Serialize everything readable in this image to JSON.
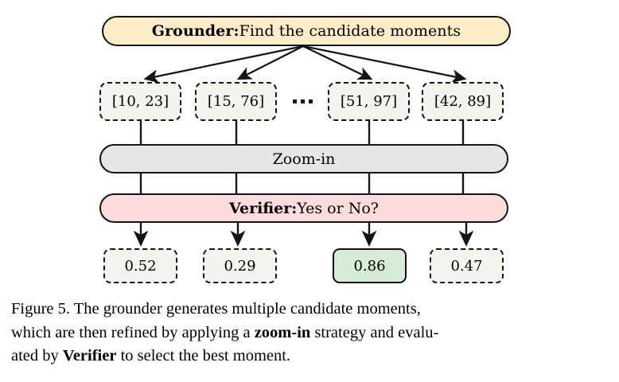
{
  "figure": {
    "grounder": {
      "role_label": "Grounder:",
      "text": " Find the candidate moments"
    },
    "candidates": [
      {
        "name": "candidate-moment-1",
        "value": "[10, 23]"
      },
      {
        "name": "candidate-moment-2",
        "value": "[15, 76]"
      },
      {
        "name": "candidate-moment-3",
        "value": "[51, 97]"
      },
      {
        "name": "candidate-moment-4",
        "value": "[42, 89]"
      }
    ],
    "ellipsis_label": "...",
    "zoom_in": {
      "label": "Zoom-in"
    },
    "verifier": {
      "role_label": "Verifier:",
      "text": "  Yes or No?"
    },
    "scores": [
      {
        "name": "score-1",
        "value": "0.52",
        "selected": false
      },
      {
        "name": "score-2",
        "value": "0.29",
        "selected": false
      },
      {
        "name": "score-3",
        "value": "0.86",
        "selected": true
      },
      {
        "name": "score-4",
        "value": "0.47",
        "selected": false
      }
    ],
    "colors": {
      "grounder_fill": "#fcecc8",
      "zoom_fill": "#e6e6e6",
      "verifier_fill": "#fcdcdc",
      "selected_score_fill": "#d6ecd6",
      "box_fill": "#f4f4ef",
      "stroke": "#141414"
    }
  },
  "caption": {
    "line1": "Figure 5.  The grounder generates multiple candidate moments,",
    "line2_a": "which are then refined by applying a ",
    "line2_b": "zoom-in",
    "line2_c": " strategy and evalu-",
    "line3_a": "ated by ",
    "line3_b": "Verifier",
    "line3_c": " to select the best moment."
  }
}
